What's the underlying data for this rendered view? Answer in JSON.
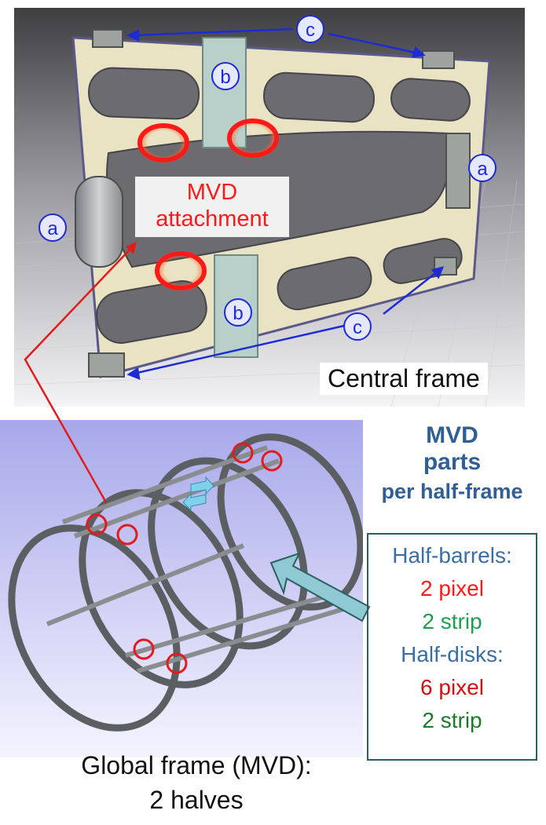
{
  "labels": {
    "a": "a",
    "b": "b",
    "c": "c",
    "mvd_attachment_line1": "MVD",
    "mvd_attachment_line2": "attachment",
    "central_frame": "Central frame",
    "global_frame_line1": "Global frame (MVD):",
    "global_frame_line2": "2 halves"
  },
  "parts": {
    "title_line1": "MVD",
    "title_line2": "parts",
    "title_line3": "per half-frame",
    "half_barrels_header": "Half-barrels:",
    "half_barrels_pixel": "2 pixel",
    "half_barrels_strip": "2 strip",
    "half_disks_header": "Half-disks:",
    "half_disks_pixel": "6 pixel",
    "half_disks_strip": "2 strip"
  },
  "colors": {
    "frame_plate": "#e9e3c3",
    "callout_blue": "#1d2bd6",
    "highlight_red": "#ff1a1a",
    "title_blue": "#2f5f94",
    "box_border": "#2e5f60",
    "arrow_teal": "#8ec9d4"
  }
}
